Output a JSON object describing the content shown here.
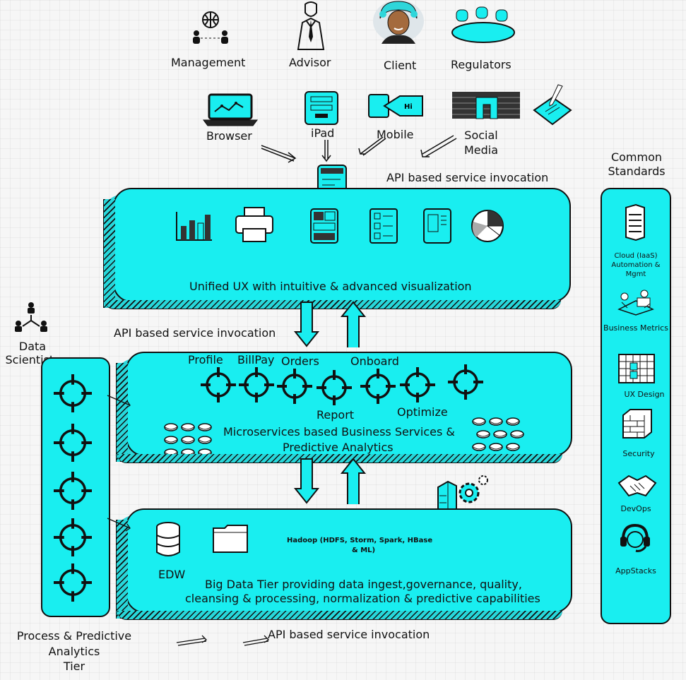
{
  "actors": [
    {
      "label": "Management",
      "icon": "management-icon"
    },
    {
      "label": "Advisor",
      "icon": "advisor-icon"
    },
    {
      "label": "Client",
      "icon": "client-avatar-icon"
    },
    {
      "label": "Regulators",
      "icon": "regulators-icon"
    }
  ],
  "channels": [
    {
      "label": "Browser",
      "icon": "laptop-icon"
    },
    {
      "label": "iPad",
      "icon": "tablet-icon"
    },
    {
      "label": "Mobile",
      "icon": "mobile-icon"
    },
    {
      "label": "Social Media",
      "icon": "social-media-icon"
    },
    {
      "label": "",
      "icon": "signed-document-icon"
    }
  ],
  "api_label": "API based service invocation",
  "ux_tier": {
    "title": "Unified UX with intuitive & advanced visualization",
    "icons": [
      "bar-chart-icon",
      "printer-icon",
      "dashboard-icon",
      "checklist-icon",
      "document-icon",
      "pie-chart-icon"
    ]
  },
  "services_tier": {
    "title_line1": "Microservices based Business Services &",
    "title_line2": "Predictive Analytics",
    "services": [
      "Profile",
      "BillPay",
      "Orders",
      "Onboard",
      "Report",
      "Optimize"
    ]
  },
  "data_tier": {
    "edw": "EDW",
    "hadoop_line1": "Hadoop (HDFS, Storm, Spark, HBase",
    "hadoop_line2": "& ML)",
    "title_line1": "Big Data Tier providing data ingest,governance, quality,",
    "title_line2": "cleansing & processing, normalization & predictive capabilities"
  },
  "left_column": {
    "header_line1": "Data",
    "header_line2": "Scientists",
    "footer_line1": "Process & Predictive",
    "footer_line2": "Analytics",
    "footer_line3": "Tier"
  },
  "standards": {
    "header_line1": "Common",
    "header_line2": "Standards",
    "items": [
      {
        "label": "Cloud (IaaS) Automation & Mgmt",
        "icon": "server-rack-icon"
      },
      {
        "label": "Business Metrics",
        "icon": "business-meeting-icon"
      },
      {
        "label": "UX Design",
        "icon": "wireframe-grid-icon"
      },
      {
        "label": "Security",
        "icon": "brick-wall-icon"
      },
      {
        "label": "DevOps",
        "icon": "handshake-icon"
      },
      {
        "label": "AppStacks",
        "icon": "headset-support-icon"
      }
    ]
  },
  "colors": {
    "accent": "#19eef0",
    "ink": "#111111",
    "background": "#f6f6f6"
  }
}
